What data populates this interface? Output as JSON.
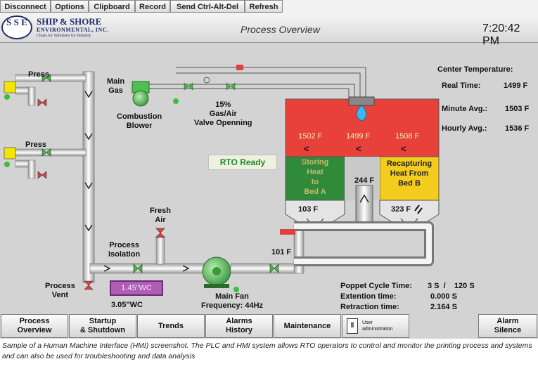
{
  "toolbar": {
    "buttons": [
      "Disconnect",
      "Options",
      "Clipboard",
      "Record",
      "Send Ctrl-Alt-Del",
      "Refresh"
    ]
  },
  "header": {
    "logo_mark": "S S E",
    "logo_name": "SHIP & SHORE",
    "logo_sub": "ENVIRONMENTAL, INC.",
    "logo_tag": "Clean Air Solutions for Industry",
    "title": "Process Overview",
    "time": "7:20:42 PM"
  },
  "labels": {
    "press_top": "Press",
    "press_bottom": "Press",
    "main_gas": "Main\nGas",
    "combustion_blower": "Combustion\nBlower",
    "gas_air_valve": "15%\nGas/Air\nValve Openning",
    "fresh_air": "Fresh\nAir",
    "process_isolation": "Process\nIsolation",
    "process_vent": "Process\nVent",
    "main_fan": "Main Fan\nFrequency: 44Hz",
    "pressure_reading": "3.05\"WC",
    "outlet_temp": "101 F",
    "stack_temp": "244 F"
  },
  "status": {
    "rto_ready": "RTO Ready"
  },
  "setpoint": {
    "value": "1.45\"WC"
  },
  "chamber": {
    "temps": [
      "1502 F",
      "1499 F",
      "1508 F"
    ],
    "arrow": "<",
    "bed_a_text": "Storing\nHeat\nto\nBed A",
    "bed_b_text": "Recapturing\nHeat From\nBed B",
    "bed_a_temp": "103 F",
    "bed_b_temp": "323 F",
    "colors": {
      "combustion": "#e8413a",
      "bed_a": "#2f8a3a",
      "bed_b": "#f3cc1e"
    }
  },
  "center_temperature": {
    "title": "Center Temperature:",
    "real_label": "Real Time:",
    "real_value": "1499 F",
    "minute_label": "Minute Avg.:",
    "minute_value": "1503 F",
    "hourly_label": "Hourly Avg.:",
    "hourly_value": "1536 F"
  },
  "poppet": {
    "cycle_label": "Poppet Cycle Time:",
    "cycle_value": "3 S  /    120 S",
    "extention_label": "Extention time:",
    "extention_value": "0.000 S",
    "retraction_label": "Retraction time:",
    "retraction_value": "2.164 S"
  },
  "nav": {
    "process_overview": "Process\nOverview",
    "startup_shutdown": "Startup\n& Shutdown",
    "trends": "Trends",
    "alarms_history": "Alarms\nHistory",
    "maintenance": "Maintenance",
    "user_admin": "User\nadministration",
    "alarm_silence": "Alarm\nSilence"
  },
  "caption": "Sample of a Human Machine Interface (HMI) screenshot. The PLC and HMI system allows RTO operators to control and monitor the printing process and systems and can also be used for troubleshooting and data analysis"
}
